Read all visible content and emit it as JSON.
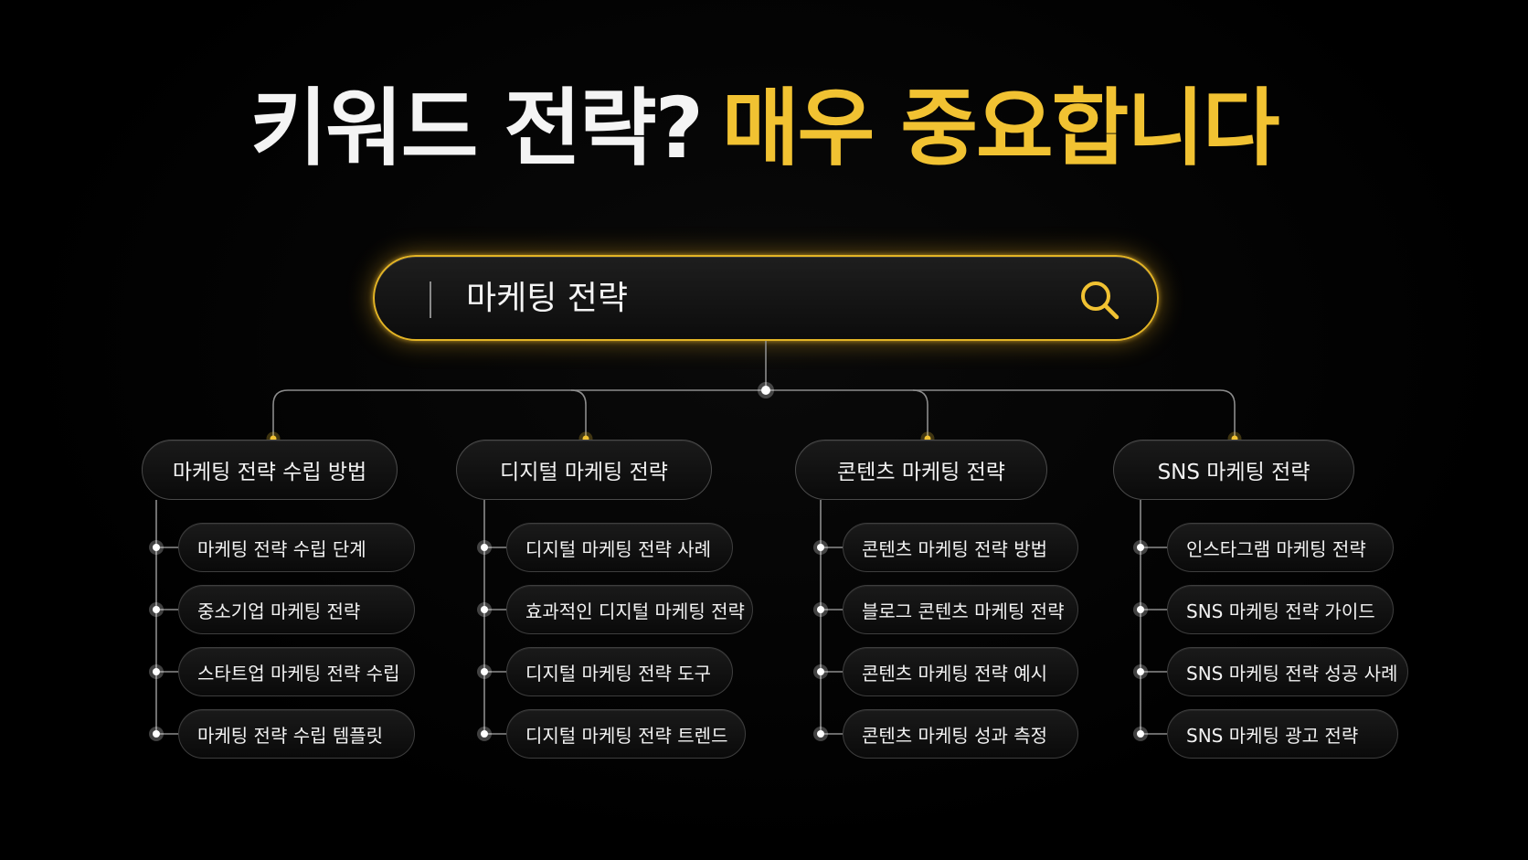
{
  "title": {
    "part1": "키워드 전략?",
    "part2": "매우 중요합니다"
  },
  "search": {
    "query": "마케팅 전략",
    "icon": "search-icon"
  },
  "categories": [
    {
      "label": "마케팅 전략 수립 방법",
      "items": [
        "마케팅 전략 수립 단계",
        "중소기업 마케팅 전략",
        "스타트업 마케팅 전략 수립",
        "마케팅 전략 수립 템플릿"
      ]
    },
    {
      "label": "디지털 마케팅 전략",
      "items": [
        "디지털 마케팅 전략 사례",
        "효과적인 디지털 마케팅 전략",
        "디지털 마케팅 전략 도구",
        "디지털 마케팅 전략 트렌드"
      ]
    },
    {
      "label": "콘텐츠 마케팅 전략",
      "items": [
        "콘텐츠 마케팅 전략 방법",
        "블로그 콘텐츠 마케팅 전략",
        "콘텐츠 마케팅 전략 예시",
        "콘텐츠 마케팅 성과 측정"
      ]
    },
    {
      "label": "SNS 마케팅 전략",
      "items": [
        "인스타그램 마케팅 전략",
        "SNS 마케팅 전략 가이드",
        "SNS 마케팅 전략 성공 사례",
        "SNS 마케팅 광고 전략"
      ]
    }
  ],
  "colors": {
    "accent": "#f1c232",
    "background": "#000000",
    "line": "#8c8c8c"
  }
}
